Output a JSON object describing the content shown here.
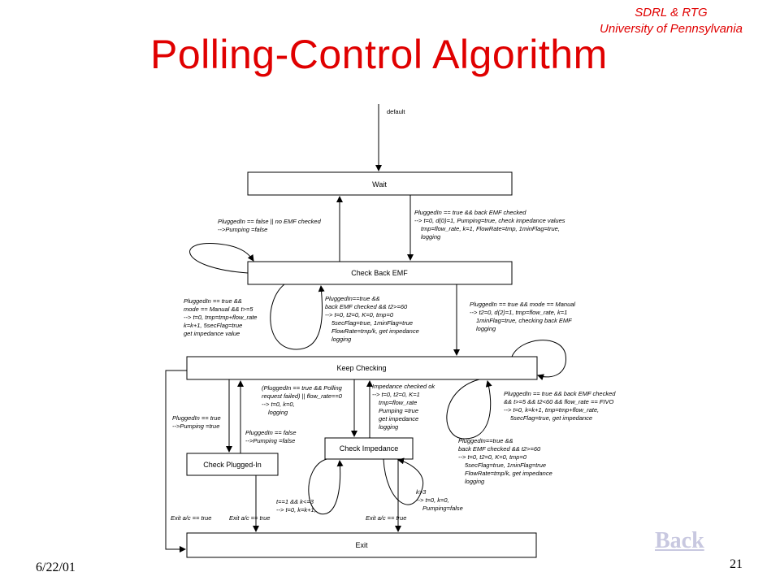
{
  "header": {
    "org_line1": "SDRL & RTG",
    "org_line2": "University of Pennsylvania"
  },
  "title": "Polling-Control Algorithm",
  "diagram": {
    "start_label": "default",
    "states": {
      "wait": "Wait",
      "check_back_emf": "Check Back EMF",
      "keep_checking": "Keep Checking",
      "check_impedance": "Check Impedance",
      "check_plugged_in": "Check Plugged-In",
      "exit": "Exit"
    },
    "transitions": {
      "wait_to_backemf": [
        "PluggedIn == true && back EMF checked",
        "--> t=0, d(0)=1, Pumping=true, check impedance values",
        "tmp=flow_rate, k=1, FlowRate=tmp, 1minFlag=true,",
        "logging"
      ],
      "backemf_to_wait": [
        "PluggedIn == false || no EMF checked",
        "-->Pumping =false"
      ],
      "backemf_self_left": [
        "PluggedIn == true &&",
        "mode == Manual && t>=5",
        "--> t=0, tmp=tmp+flow_rate",
        "k=k+1, 5secFlag=true",
        "get impedance value"
      ],
      "backemf_self_mid": [
        "PluggedIn==true &&",
        "back EMF checked && t2>=60",
        "--> t=0, t2=0, K=0, tmp=0",
        "5secFlag=true, 1minFlag=true",
        "FlowRate=tmp/k, get impedance",
        "logging"
      ],
      "backemf_to_keep": [
        "PluggedIn == true && mode == Manual",
        "--> t2=0, d(2)=1, tmp=flow_rate, k=1",
        "1minFlag=true, checking back EMF",
        "logging"
      ],
      "keep_self_right": [
        "PluggedIn == true && back EMF checked",
        "&& t>=5 && t2<60 && flow_rate == FIVO",
        "--> t=0, k=k+1, tmp=tmp+flow_rate,",
        "5secFlag=true, get impedance"
      ],
      "keep_to_backemf_mid": [
        "(PluggedIn == true && Polling",
        "request failed) || flow_rate==0",
        "--> t=0, k=0,",
        "logging"
      ],
      "impedance_ok": [
        "Impedance checked ok",
        "--> t=0, t2=0, K=1",
        "tmp=flow_rate",
        "Pumping =true",
        "get impedance",
        "logging"
      ],
      "keep_to_plugged": [
        "PluggedIn == true",
        "-->Pumping =true"
      ],
      "plugged_to_keep": [
        "PluggedIn == false",
        "-->Pumping =false"
      ],
      "imp_self_bottom_right": [
        "PluggedIn==true &&",
        "back EMF checked && t2>=60",
        "--> t=0, t2=0, K=0, tmp=0",
        "5secFlag=true, 1minFlag=true",
        "FlowRate=tmp/k, get impedance",
        "logging"
      ],
      "imp_self_left": [
        "t==1 && k<=3",
        "--> t=0, k=k+1,"
      ],
      "imp_self_right": [
        "k>3",
        "--> t=0, k=0,",
        "Pumping=false"
      ],
      "exit_left": "Exit a/c == true",
      "exit_mid": "Exit a/c == true",
      "exit_right": "Exit a/c == true"
    }
  },
  "back_label": "Back",
  "footer": {
    "date": "6/22/01",
    "page": "21"
  }
}
